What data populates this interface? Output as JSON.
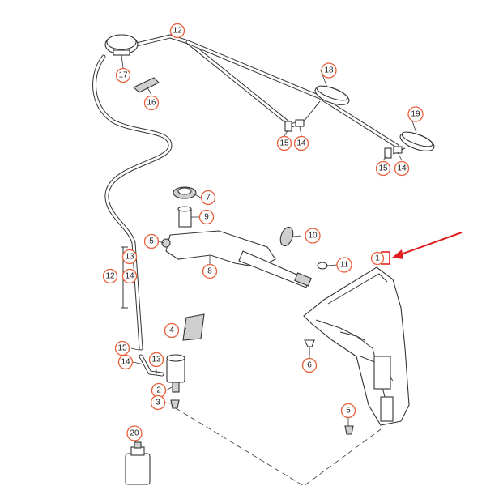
{
  "callouts": [
    {
      "label": "12"
    },
    {
      "label": "17"
    },
    {
      "label": "16"
    },
    {
      "label": "18"
    },
    {
      "label": "19"
    },
    {
      "label": "15"
    },
    {
      "label": "14"
    },
    {
      "label": "15"
    },
    {
      "label": "14"
    },
    {
      "label": "7"
    },
    {
      "label": "9"
    },
    {
      "label": "5"
    },
    {
      "label": "10"
    },
    {
      "label": "11"
    },
    {
      "label": "8"
    },
    {
      "label": "13"
    },
    {
      "label": "14"
    },
    {
      "label": "12"
    },
    {
      "label": "4"
    },
    {
      "label": "15"
    },
    {
      "label": "14"
    },
    {
      "label": "13"
    },
    {
      "label": "2"
    },
    {
      "label": "3"
    },
    {
      "label": "6"
    },
    {
      "label": "5"
    },
    {
      "label": "20"
    },
    {
      "label": "1"
    }
  ],
  "colors": {
    "callout": "#e8603c",
    "arrow": "#e02020",
    "line": "#333333"
  }
}
